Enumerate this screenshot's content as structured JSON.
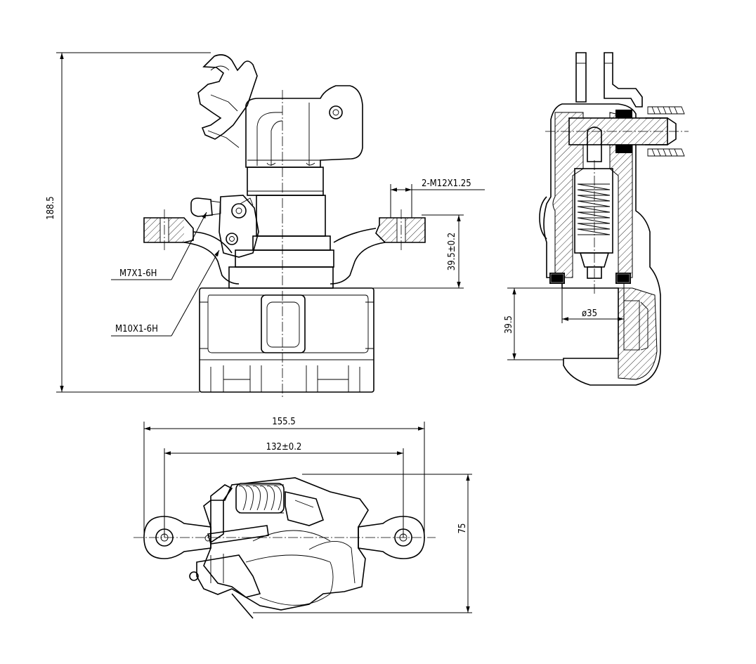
{
  "dimensions": {
    "overall_height": "188.5",
    "thread_pair": "2-M12X1.25",
    "mount_offset": "39.5±0.2",
    "bleed_thread": "M7X1-6H",
    "inlet_thread": "M10X1-6H",
    "section_height": "39.5",
    "piston_dia": "ø35",
    "overall_width": "155.5",
    "bolt_spacing": "132±0.2",
    "depth": "75"
  },
  "colors": {
    "line": "#000000",
    "background": "#ffffff"
  }
}
